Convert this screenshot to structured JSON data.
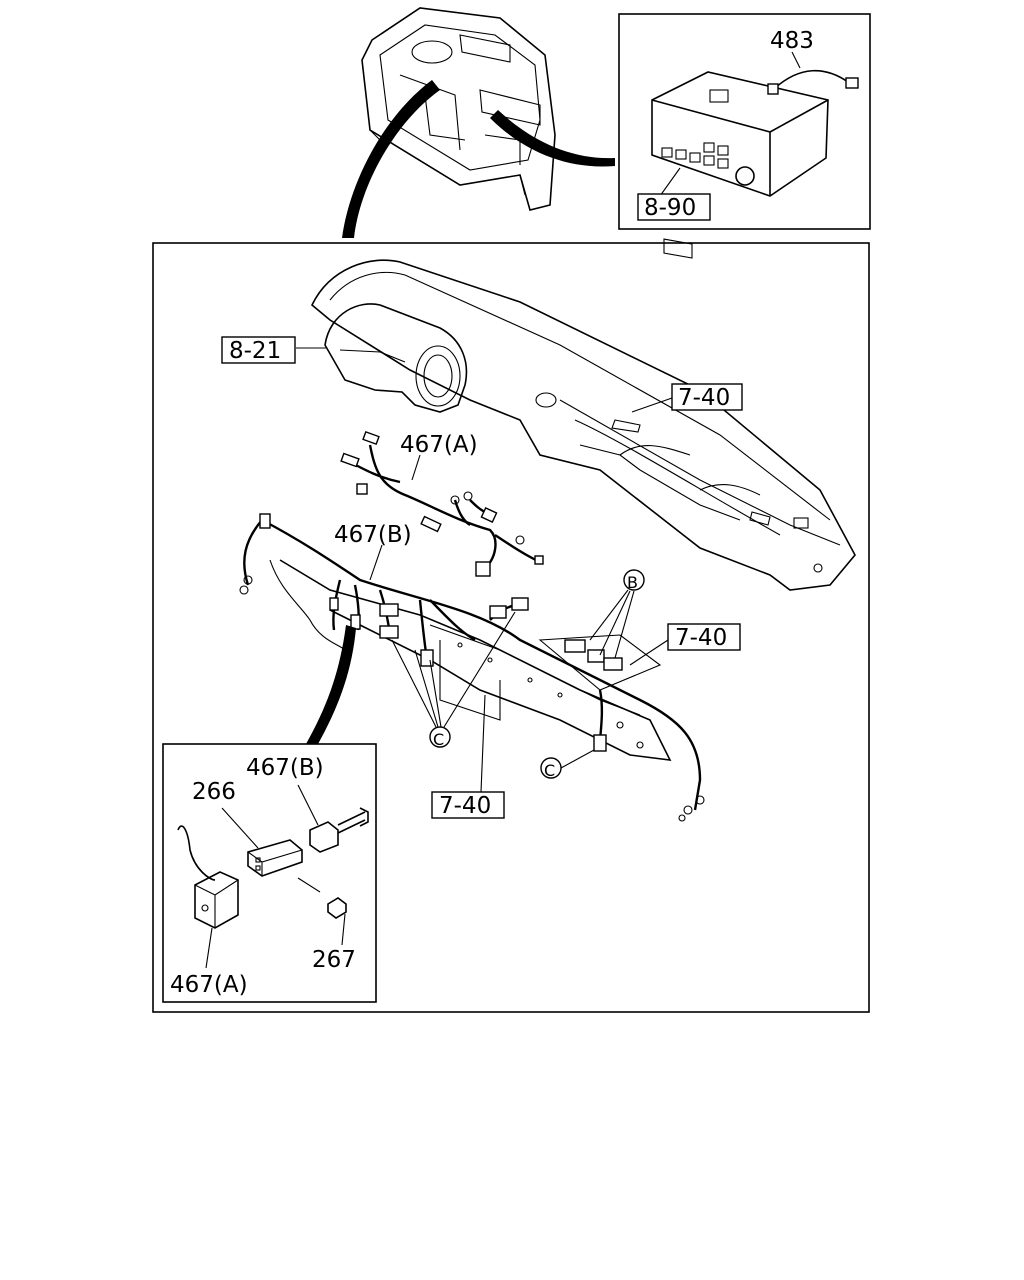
{
  "labels": {
    "radio_harness": "483",
    "radio_unit": "8-90",
    "meter_cluster": "8-21",
    "dash_top": "7-40",
    "dash_right": "7-40",
    "dash_bottom": "7-40",
    "harness_a": "467(A)",
    "harness_b": "467(B)",
    "callout_b": "B",
    "callout_c1": "C",
    "callout_c2": "C",
    "detail_467b": "467(B)",
    "detail_266": "266",
    "detail_267": "267",
    "detail_467a": "467(A)"
  }
}
